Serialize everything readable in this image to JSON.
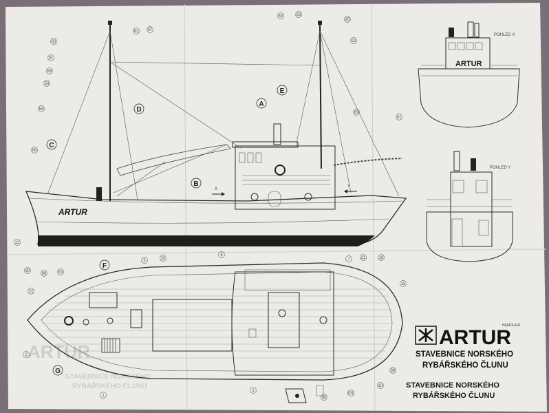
{
  "boat_name": "ARTUR",
  "views": {
    "front_label": "POHLED X",
    "rear_label": "POHLED Y",
    "direction_x": "X",
    "direction_y": "Y"
  },
  "assembly_letters": [
    "A",
    "B",
    "C",
    "D",
    "E",
    "F",
    "G"
  ],
  "part_numbers_visible": [
    "63",
    "62",
    "97",
    "91",
    "95",
    "58",
    "68",
    "86",
    "60",
    "63",
    "95",
    "92",
    "69",
    "61",
    "12",
    "5",
    "20",
    "6",
    "7",
    "21",
    "18",
    "15",
    "90",
    "88",
    "83",
    "22",
    "2",
    "1",
    "1",
    "89",
    "10",
    "98",
    "100"
  ],
  "title_block": {
    "brand": "ARTUR",
    "maker": "HEMOLIER",
    "line1": "STAVEBNICE NORSKÉHO",
    "line2": "RYBÁŘSKÉHO ČLUNU"
  },
  "bleed_through": {
    "brand": "ARTUR",
    "line1": "STAVEBNICE NORSKÉHO",
    "line2": "RYBÁŘSKÉHO ČLUNU"
  },
  "colors": {
    "background": "#7a6f78",
    "paper": "#ecebe7",
    "ink": "#1a1a1a"
  }
}
